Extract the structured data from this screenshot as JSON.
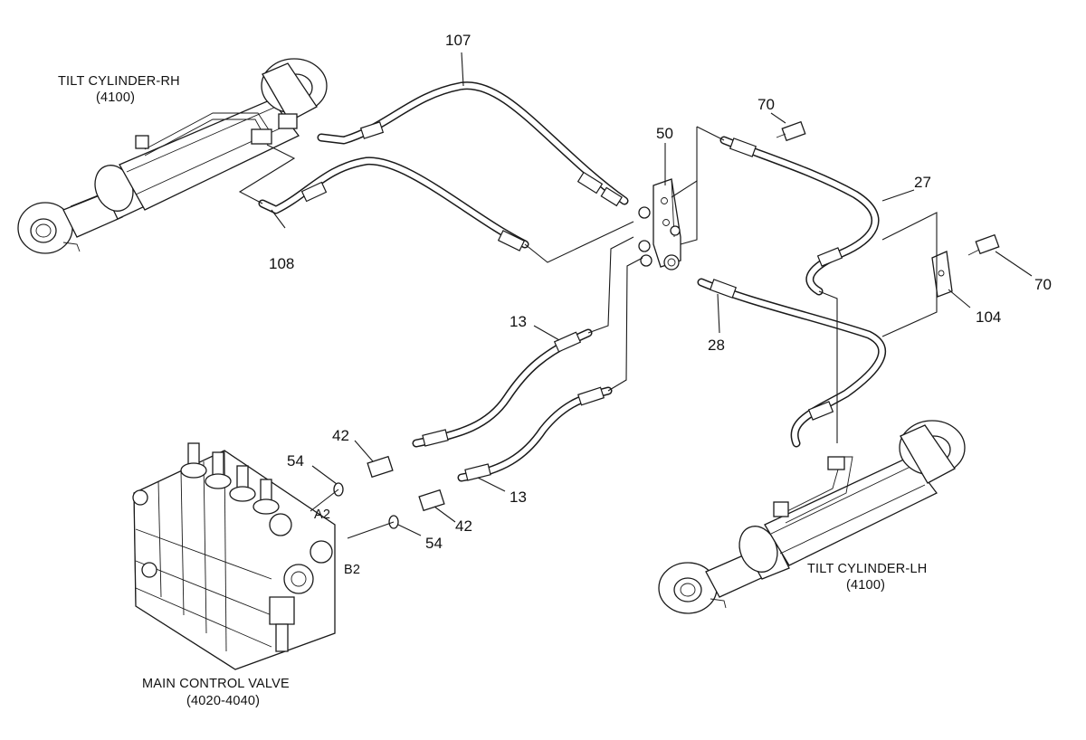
{
  "captions": {
    "tilt_rh_name": "TILT CYLINDER-RH",
    "tilt_rh_code": "(4100)",
    "tilt_lh_name": "TILT CYLINDER-LH",
    "tilt_lh_code": "(4100)",
    "mcv_name": "MAIN CONTROL VALVE",
    "mcv_code": "(4020-4040)"
  },
  "ports": {
    "a2": "A2",
    "b2": "B2"
  },
  "callouts": {
    "p107": "107",
    "p108": "108",
    "p50": "50",
    "p70_top": "70",
    "p70_right": "70",
    "p27": "27",
    "p104": "104",
    "p28": "28",
    "p13_upper": "13",
    "p13_lower": "13",
    "p42_upper": "42",
    "p42_lower": "42",
    "p54_upper": "54",
    "p54_lower": "54"
  }
}
